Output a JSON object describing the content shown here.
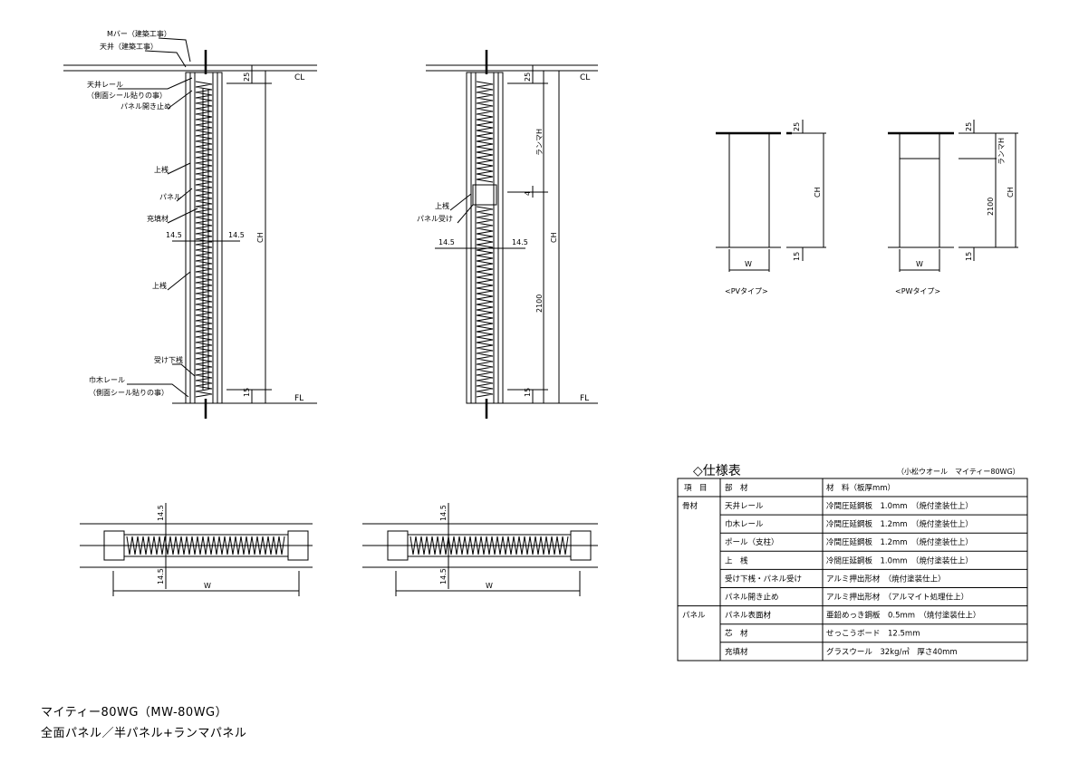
{
  "elevation_full": {
    "labels": {
      "m_bar": "Mバー（建築工事）",
      "ceiling": "天井（建築工事）",
      "ceiling_rail": "天井レール",
      "side_seal_top": "（側面シール貼りの事）",
      "panel_stop": "パネル開き止め",
      "upper_rail_1": "上桟",
      "panel": "パネル",
      "filler": "充填材",
      "upper_rail_2": "上桟",
      "lower_rail": "受け下桟",
      "base_rail": "巾木レール",
      "side_seal_bottom": "（側面シール貼りの事）"
    },
    "dims": {
      "left": "14.5",
      "right": "14.5",
      "top": "25",
      "bottom": "15",
      "height": "CH"
    },
    "cl": "CL",
    "fl": "FL"
  },
  "elevation_half": {
    "labels": {
      "upper_rail": "上桟",
      "panel_receiver": "パネル受け"
    },
    "dims": {
      "left": "14.5",
      "right": "14.5",
      "top": "25",
      "bottom": "15",
      "gap": "4",
      "ranma": "ランマH",
      "door": "2100",
      "height": "CH"
    },
    "cl": "CL",
    "fl": "FL"
  },
  "types": [
    {
      "label": "<PVタイプ>",
      "top": "25",
      "bottom": "15",
      "height": "CH",
      "width": "W"
    },
    {
      "label": "<PWタイプ>",
      "top": "25",
      "bottom": "15",
      "ranma": "ランマH",
      "door": "2100",
      "height": "CH",
      "width": "W"
    }
  ],
  "plans": [
    {
      "top": "14.5",
      "bottom": "14.5",
      "width": "W"
    },
    {
      "top": "14.5",
      "bottom": "14.5",
      "width": "W"
    }
  ],
  "spec": {
    "title": "◇仕様表",
    "subtitle": "（小松ウオール　マイティー80WG）",
    "headers": [
      "項　目",
      "部　材",
      "材　料（板厚mm）"
    ],
    "rows": [
      {
        "group": "骨材",
        "part": "天井レール",
        "material": "冷間圧延鋼板　1.0mm　（焼付塗装仕上）"
      },
      {
        "group": "",
        "part": "巾木レール",
        "material": "冷間圧延鋼板　1.2mm　（焼付塗装仕上）"
      },
      {
        "group": "",
        "part": "ポール（支柱）",
        "material": "冷間圧延鋼板　1.2mm　（焼付塗装仕上）"
      },
      {
        "group": "",
        "part": "上　桟",
        "material": "冷間圧延鋼板　1.0mm　（焼付塗装仕上）"
      },
      {
        "group": "",
        "part": "受け下桟・パネル受け",
        "material": "アルミ押出形材　（焼付塗装仕上）"
      },
      {
        "group": "",
        "part": "パネル開き止め",
        "material": "アルミ押出形材　（アルマイト処理仕上）"
      },
      {
        "group": "パネル",
        "part": "パネル表面材",
        "material": "亜鉛めっき鋼板　0.5mm　（焼付塗装仕上）"
      },
      {
        "group": "",
        "part": "芯　材",
        "material": "せっこうボード　12.5mm"
      },
      {
        "group": "",
        "part": "充填材",
        "material": "グラスウール　32kg/㎥　厚さ40mm"
      }
    ]
  },
  "footer": {
    "model": "マイティー80WG（MW-80WG）",
    "description": "全面パネル／半パネル+ランマパネル"
  }
}
